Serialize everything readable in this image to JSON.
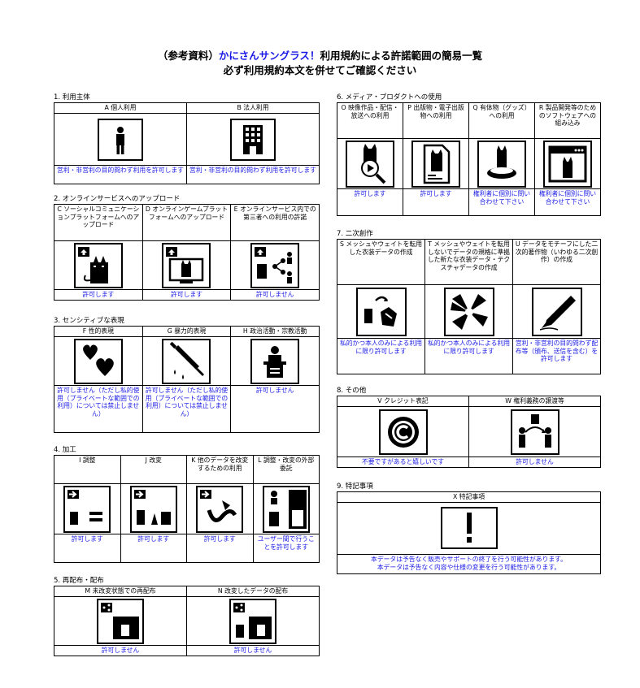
{
  "title": {
    "open": "（参考資料）",
    "brand": "かにさんサングラス！",
    "rest": "利用規約による許諾範囲の簡易一覧",
    "line2": "必ず利用規約本文を併せてご確認ください"
  },
  "sections": {
    "s1": {
      "heading": "1. 利用主体",
      "cols": [
        {
          "label": "A 個人利用",
          "icon": "person-icon",
          "status": "営利・非営利の目的問わず利用を許可します"
        },
        {
          "label": "B 法人利用",
          "icon": "building-icon",
          "status": "営利・非営利の目的問わず利用を許可します"
        }
      ]
    },
    "s2": {
      "heading": "2. オンラインサービスへのアップロード",
      "cols": [
        {
          "label": "C ソーシャルコミュニケーションプラットフォームへのアップロード",
          "icon": "upload-social-icon",
          "status": "許可します"
        },
        {
          "label": "D オンラインゲームプラットフォームへのアップロード",
          "icon": "upload-game-icon",
          "status": "許可します"
        },
        {
          "label": "E オンラインサービス内での第三者への利用の許諾",
          "icon": "share-third-party-icon",
          "status": "許可しません"
        }
      ]
    },
    "s3": {
      "heading": "3. センシティブな表現",
      "cols": [
        {
          "label": "F 性的表現",
          "icon": "hearts-icon",
          "status": "許可しません（ただし私的使用（プライベートな範囲での利用）については禁止しません）"
        },
        {
          "label": "G 暴力的表現",
          "icon": "knife-icon",
          "status": "許可しません（ただし私的使用（プライベートな範囲での利用）については禁止しません）"
        },
        {
          "label": "H 政治活動・宗教活動",
          "icon": "podium-icon",
          "status": "許可しません"
        }
      ]
    },
    "s4": {
      "heading": "4. 加工",
      "cols": [
        {
          "label": "I 調整",
          "icon": "adjust-icon",
          "status": "許可します"
        },
        {
          "label": "J 改変",
          "icon": "modify-icon",
          "status": "許可します"
        },
        {
          "label": "K 他のデータを改変するための利用",
          "icon": "use-other-data-icon",
          "status": "許可します"
        },
        {
          "label": "L 調整・改変の外部委託",
          "icon": "outsource-icon",
          "status": "ユーザー間で行うことを許可します"
        }
      ]
    },
    "s5": {
      "heading": "5. 再配布・配布",
      "cols": [
        {
          "label": "M 未改変状態での再配布",
          "icon": "redistribute-icon",
          "status": "許可しません"
        },
        {
          "label": "N 改変したデータの配布",
          "icon": "distribute-modified-icon",
          "status": "許可しません"
        }
      ]
    },
    "s6": {
      "heading": "6. メディア・プロダクトへの使用",
      "cols": [
        {
          "label": "O 映像作品・配信・放送への利用",
          "icon": "video-icon",
          "status": "許可します"
        },
        {
          "label": "P 出版物・電子出版物への利用",
          "icon": "publication-icon",
          "status": "許可します"
        },
        {
          "label": "Q 有体物（グッズ）への利用",
          "icon": "goods-icon",
          "status": "権利者に個別に問い合わせて下さい"
        },
        {
          "label": "R 製品開発等のためのソフトウェアへの組み込み",
          "icon": "software-icon",
          "status": "権利者に個別に問い合わせて下さい"
        }
      ]
    },
    "s7": {
      "heading": "7. 二次創作",
      "cols": [
        {
          "label": "S メッシュやウェイトを転用した衣装データの作成",
          "icon": "mesh-transfer-icon",
          "status": "私的かつ本人のみによる利用に限り許可します"
        },
        {
          "label": "T メッシュやウェイトを転用しないでデータの規格に準拠した新たな衣装データ・テクスチャデータの作成",
          "icon": "new-costume-icon",
          "status": "私的かつ本人のみによる利用に限り許可します"
        },
        {
          "label": "U データをモチーフにした二次的著作物（いわゆる二次創作）の作成",
          "icon": "pen-nib-icon",
          "status": "営利・非営利の目的問わず配布等（頒布、送信を含む）を許可します"
        }
      ]
    },
    "s8": {
      "heading": "8. その他",
      "cols": [
        {
          "label": "V クレジット表記",
          "icon": "copyright-icon",
          "status": "不要ですがあると嬉しいです"
        },
        {
          "label": "W 権利義務の譲渡等",
          "icon": "transfer-rights-icon",
          "status": "許可しません"
        }
      ]
    },
    "s9": {
      "heading": "9. 特記事項",
      "cols": [
        {
          "label": "X 特記事項",
          "icon": "exclamation-icon",
          "status1": "本データは予告なく販売やサポートの終了を行う可能性があります。",
          "status2": "本データは予告なく内容や仕様の変更を行う可能性があります。"
        }
      ]
    }
  }
}
